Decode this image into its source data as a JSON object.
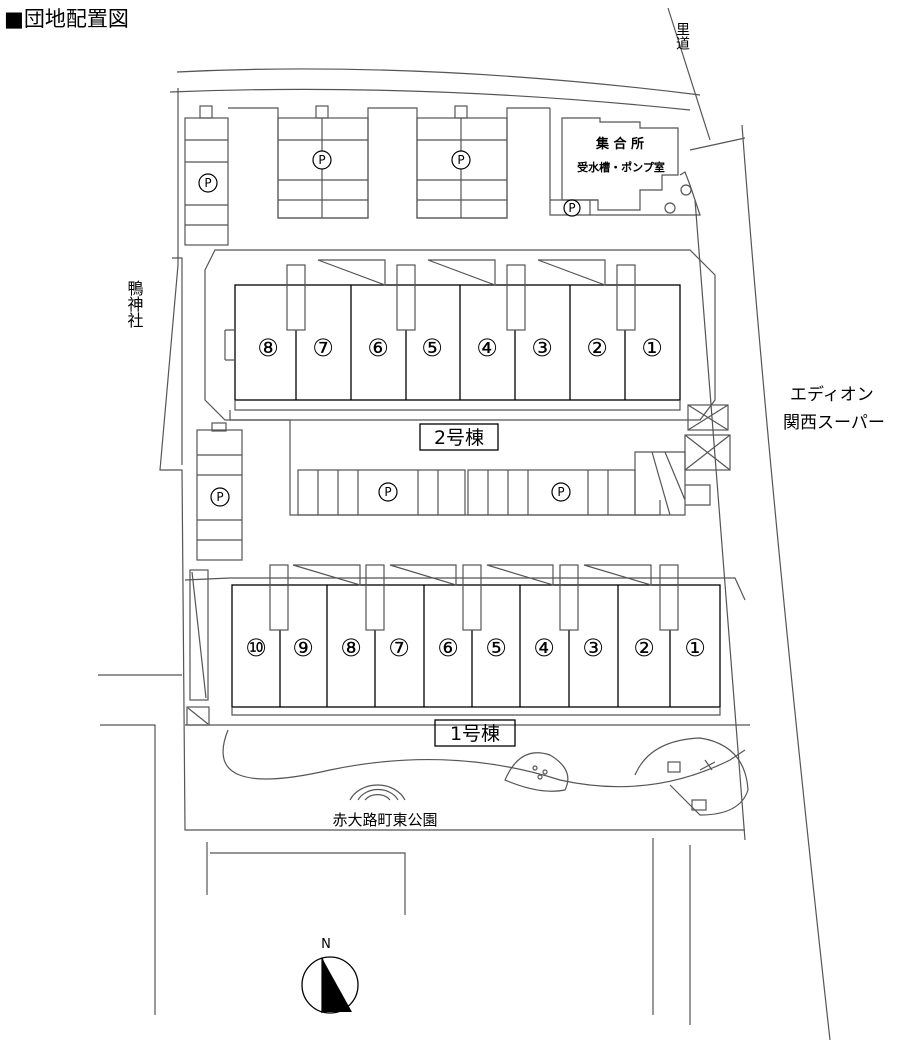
{
  "title": "■団地配置図",
  "labels": {
    "path": "里道",
    "shrine": "鴨神社",
    "store_line1": "エディオン",
    "store_line2": "関西スーパー",
    "building2": "2号棟",
    "building1": "1号棟",
    "park": "赤大路町東公園",
    "hall": "集 合 所",
    "pump": "受水槽・ポンプ室",
    "north": "N",
    "parking": "P"
  },
  "building2_units": [
    "⑧",
    "⑦",
    "⑥",
    "⑤",
    "④",
    "③",
    "②",
    "①"
  ],
  "building1_units": [
    "⑩",
    "⑨",
    "⑧",
    "⑦",
    "⑥",
    "⑤",
    "④",
    "③",
    "②",
    "①"
  ]
}
